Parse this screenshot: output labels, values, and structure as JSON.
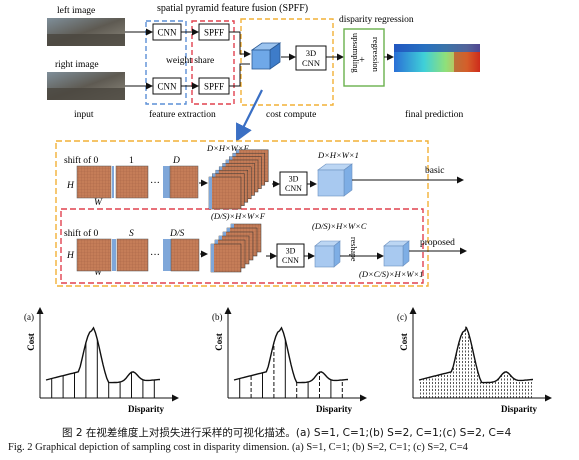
{
  "top": {
    "left_image": "left image",
    "right_image": "right image",
    "input": "input",
    "cnn": "CNN",
    "spff": "SPFF",
    "spff_title": "spatial pyramid feature fusion (SPFF)",
    "weight_share": "weight share",
    "feature_extraction": "feature extraction",
    "cnn3d_line1": "3D",
    "cnn3d_line2": "CNN",
    "cost_compute": "cost compute",
    "disparity_regression": "disparity regression",
    "upsampling": "upsampling",
    "plus": "+",
    "regression": "regression",
    "final_prediction": "final prediction"
  },
  "middle": {
    "row1": {
      "shift_of": "shift of 0",
      "one": "1",
      "d": "D",
      "dots": "···",
      "h": "H",
      "w": "W",
      "volume": "D×H×W×F",
      "output": "D×H×W×1",
      "label": "basic"
    },
    "row2": {
      "shift_of": "shift of 0",
      "s": "S",
      "ds": "D/S",
      "dots": "···",
      "h": "H",
      "w": "W",
      "volume": "(D/S)×H×W×F",
      "volume_c": "(D/S)×H×W×C",
      "reshape": "reshape",
      "output": "(D×C/S)×H×W×1",
      "label": "proposed"
    }
  },
  "plots": [
    {
      "tag": "(a)",
      "ylabel": "Cost",
      "xlabel": "Disparity"
    },
    {
      "tag": "(b)",
      "ylabel": "Cost",
      "xlabel": "Disparity"
    },
    {
      "tag": "(c)",
      "ylabel": "Cost",
      "xlabel": "Disparity"
    }
  ],
  "caption": {
    "cn": "图 2  在视差维度上对损失进行采样的可视化描述。(a) S=1, C=1;(b) S=2, C=1;(c) S=2, C=4",
    "en": "Fig. 2  Graphical depiction of sampling cost in disparity dimension. (a) S=1, C=1; (b) S=2, C=1; (c) S=2, C=4"
  },
  "colors": {
    "blue_dash": "#5b8fd6",
    "red_dash": "#e0424f",
    "orange_dash": "#f2b136",
    "green_box": "#6ab04c",
    "cube_blue": "#6fa8e8",
    "feature_orange": "#c8845e",
    "feature_stripe": "#7fa7d9",
    "arrow_blue": "#3a6fc4"
  }
}
